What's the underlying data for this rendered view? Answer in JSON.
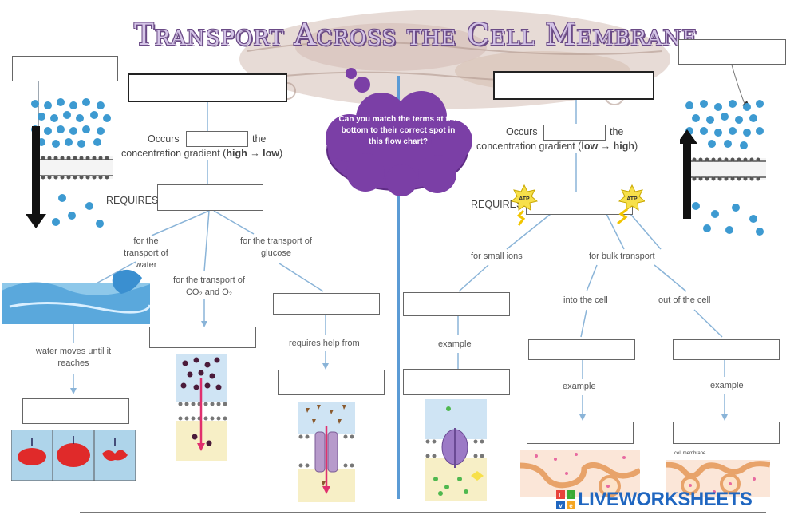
{
  "title": "Transport Across the Cell Membrane",
  "prompt": "Can you match the terms at the bottom to their correct spot in this flow chart?",
  "left": {
    "occurs_prefix": "Occurs",
    "occurs_suffix": "the",
    "gradient_text": "concentration gradient (",
    "gradient_bold": "high → low",
    "gradient_close": ")",
    "requires": "REQUIRES",
    "branch_water": "for the transport of water",
    "branch_gases": "for the transport of CO₂ and O₂",
    "branch_glucose": "for the transport of glucose",
    "water_moves": "water moves until it reaches",
    "requires_help": "requires help from"
  },
  "right": {
    "occurs_prefix": "Occurs",
    "occurs_suffix": "the",
    "gradient_text": "concentration gradient (",
    "gradient_bold": "low → high",
    "gradient_close": ")",
    "requires": "REQUIRES",
    "small_ions": "for small ions",
    "bulk": "for bulk transport",
    "into_cell": "into the cell",
    "out_of_cell": "out of the cell",
    "example_ions": "example",
    "example_into": "example",
    "example_out": "example",
    "atp": "ATP",
    "cell_membrane": "cell membrane"
  },
  "brand": "LIVEWORKSHEETS",
  "brand_logo_letters": [
    "L",
    "i",
    "v",
    "e"
  ],
  "colors": {
    "purple_cloud": "#7b3fa6",
    "divider": "#5b9bd5",
    "flow_line": "#8ab4d8",
    "particle": "#3d9ad1",
    "brand": "#1f66c0"
  }
}
